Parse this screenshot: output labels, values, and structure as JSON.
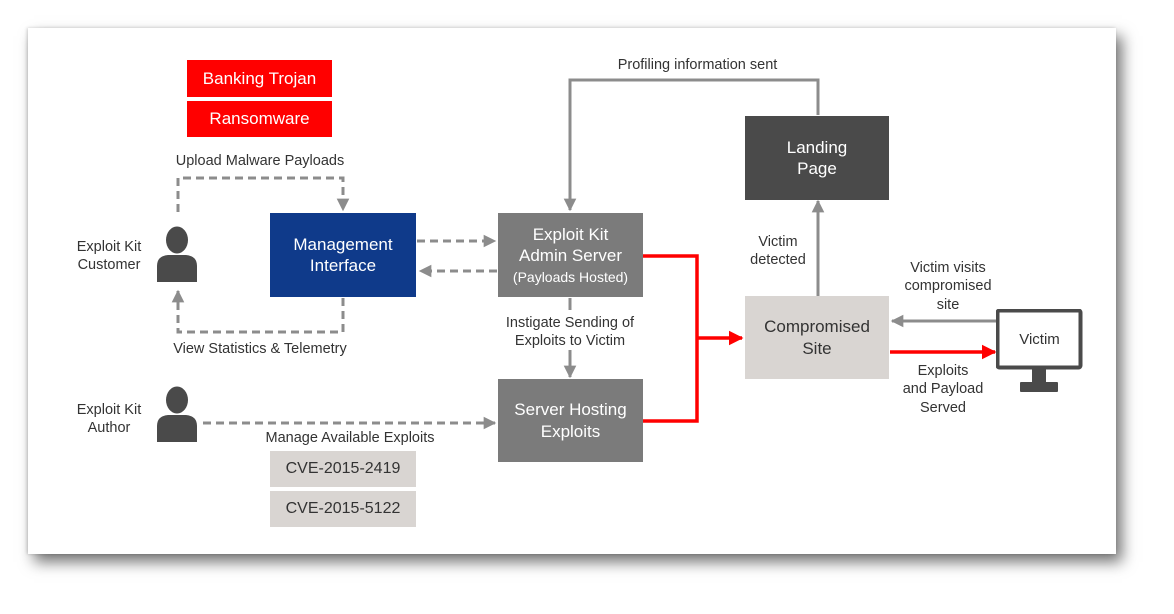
{
  "payloads": [
    "Banking Trojan",
    "Ransomware"
  ],
  "labels": {
    "upload": "Upload Malware Payloads",
    "view_stats": "View Statistics & Telemetry",
    "manage_exploits": "Manage Available Exploits",
    "profiling": "Profiling information sent",
    "instigate_1": "Instigate Sending of",
    "instigate_2": "Exploits to Victim",
    "victim_detected_1": "Victim",
    "victim_detected_2": "detected",
    "victim_visits_1": "Victim visits",
    "victim_visits_2": "compromised",
    "victim_visits_3": "site",
    "exploits_served_1": "Exploits",
    "exploits_served_2": "and Payload",
    "exploits_served_3": "Served"
  },
  "actors": {
    "customer_1": "Exploit Kit",
    "customer_2": "Customer",
    "author_1": "Exploit Kit",
    "author_2": "Author"
  },
  "nodes": {
    "management_1": "Management",
    "management_2": "Interface",
    "admin_1": "Exploit Kit",
    "admin_2": "Admin Server",
    "admin_3": "(Payloads Hosted)",
    "hosting_1": "Server Hosting",
    "hosting_2": "Exploits",
    "landing_1": "Landing",
    "landing_2": "Page",
    "compromised_1": "Compromised",
    "compromised_2": "Site",
    "victim": "Victim"
  },
  "cves": [
    "CVE-2015-2419",
    "CVE-2015-5122"
  ],
  "colors": {
    "payload_red": "#ff0000",
    "management_navy": "#0f3a8a",
    "landing_dark": "#4a4a4a",
    "server_gray": "#7b7b7b",
    "compromised_light": "#d9d5d2",
    "exploit_flow_red": "#ff0000",
    "connector_gray": "#8c8c8c"
  }
}
